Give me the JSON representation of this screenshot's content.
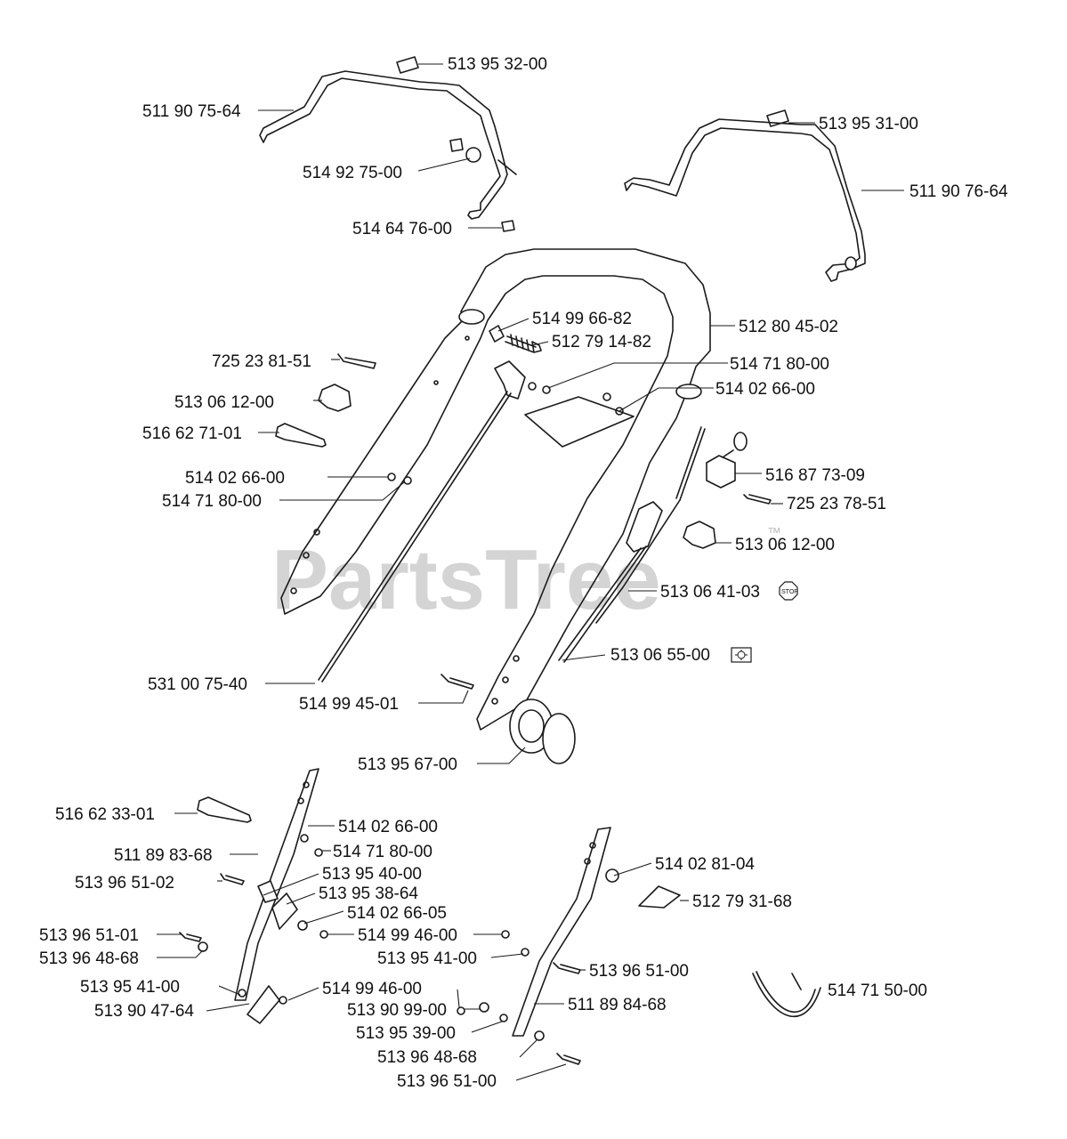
{
  "watermark": {
    "text": "PartsTree",
    "mark": "™"
  },
  "callouts": [
    "513 95 32-00",
    "511 90 75-64",
    "514 92 75-00",
    "514 64 76-00",
    "513 95 31-00",
    "511 90 76-64",
    "512 80 45-02",
    "514 99 66-82",
    "512 79 14-82",
    "725 23 81-51",
    "514 71 80-00",
    "514 02 66-00",
    "513 06 12-00",
    "516 62 71-01",
    "514 02 66-00",
    "514 71 80-00",
    "516 87 73-09",
    "725 23 78-51",
    "513 06 12-00",
    "513 06 41-03",
    "531 00 75-40",
    "513 06 55-00",
    "514 99 45-01",
    "513 95 67-00",
    "516 62 33-01",
    "514 02 66-00",
    "511 89 83-68",
    "514 71 80-00",
    "513 95 40-00",
    "514 02 81-04",
    "513 96 51-02",
    "513 95 38-64",
    "512 79 31-68",
    "514 02 66-05",
    "513 96 51-01",
    "514 99 46-00",
    "513 96 48-68",
    "513 95 41-00",
    "513 96 51-00",
    "513 95 41-00",
    "514 99 46-00",
    "514 71 50-00",
    "513 90 47-64",
    "511 89 84-68",
    "513 90 99-00",
    "513 95 39-00",
    "513 96 48-68",
    "513 96 51-00"
  ],
  "symbols": {
    "stop": "STOP"
  },
  "icon_names": [
    "stop-sign-icon",
    "engine-brake-icon"
  ]
}
